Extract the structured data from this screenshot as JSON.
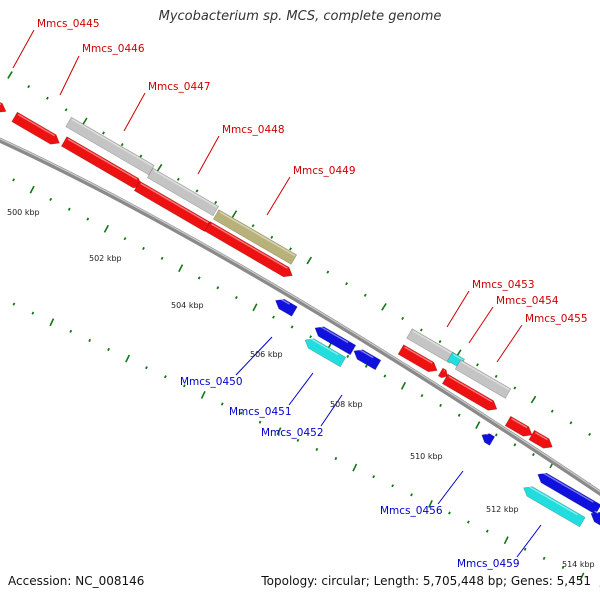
{
  "title": "Mycobacterium sp. MCS, complete genome",
  "footer": {
    "accession": "Accession: NC_008146",
    "summary": "Topology: circular; Length: 5,705,448 bp; Genes: 5,451"
  },
  "colors": {
    "forward_cds": "#ee1111",
    "reverse_cds": "#1111dd",
    "forward_gray": "#c4c4c4",
    "olive": "#b8b27a",
    "cyan": "#22dddd",
    "forward_label": "#cc0000",
    "reverse_label": "#0000cc",
    "tick": "#117711",
    "backbone": "#8a8a8a"
  },
  "scale_labels": [
    "500 kbp",
    "502 kbp",
    "504 kbp",
    "506 kbp",
    "508 kbp",
    "510 kbp",
    "512 kbp",
    "514 kbp"
  ],
  "gene_labels": [
    {
      "text": "Mmcs_0445",
      "strand": "forward"
    },
    {
      "text": "Mmcs_0446",
      "strand": "forward"
    },
    {
      "text": "Mmcs_0447",
      "strand": "forward"
    },
    {
      "text": "Mmcs_0448",
      "strand": "forward"
    },
    {
      "text": "Mmcs_0449",
      "strand": "forward"
    },
    {
      "text": "Mmcs_0450",
      "strand": "reverse"
    },
    {
      "text": "Mmcs_0451",
      "strand": "reverse"
    },
    {
      "text": "Mmcs_0452",
      "strand": "reverse"
    },
    {
      "text": "Mmcs_0453",
      "strand": "forward"
    },
    {
      "text": "Mmcs_0454",
      "strand": "forward"
    },
    {
      "text": "Mmcs_0455",
      "strand": "forward"
    },
    {
      "text": "Mmcs_0456",
      "strand": "reverse"
    },
    {
      "text": "Mmcs_0459",
      "strand": "reverse"
    }
  ]
}
